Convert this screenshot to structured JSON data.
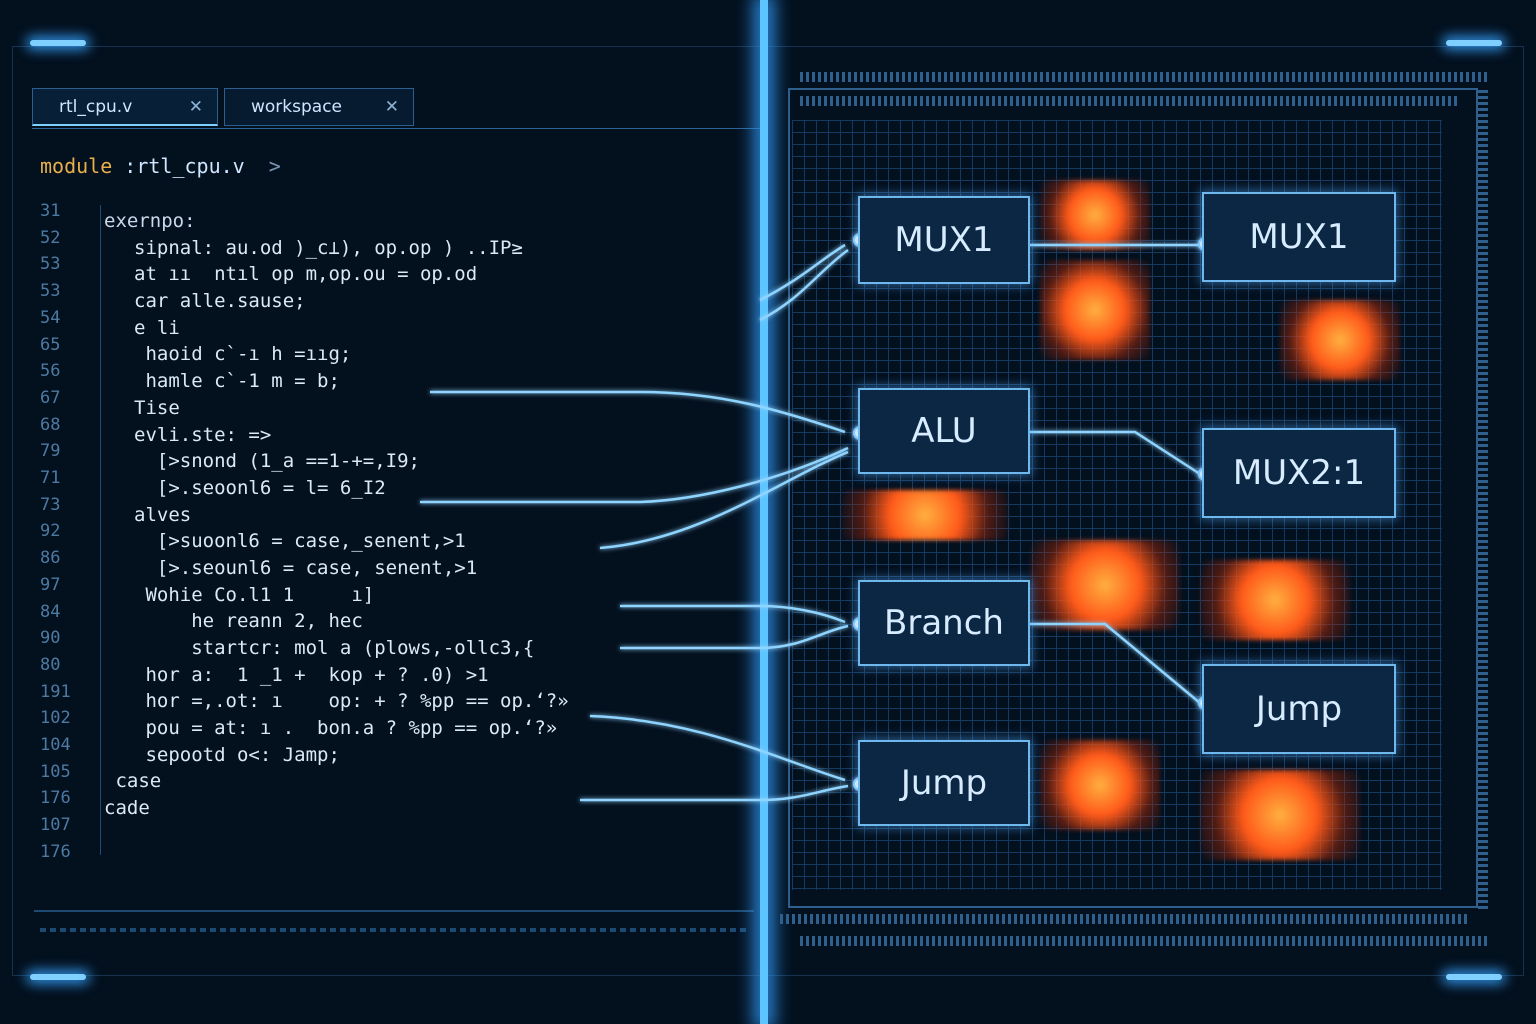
{
  "tabs": [
    {
      "label": "rtl_cpu.v",
      "active": true
    },
    {
      "label": "workspace",
      "active": false
    }
  ],
  "breadcrumb": {
    "keyword": "module",
    "file": ":rtl_cpu.v",
    "chevron": ">"
  },
  "line_numbers": [
    "31",
    "52",
    "53",
    "53",
    "54",
    "65",
    "56",
    "67",
    "68",
    "79",
    "71",
    "73",
    "92",
    "86",
    "97",
    "84",
    "90",
    "80",
    "191",
    "102",
    "104",
    "105",
    "176",
    "107",
    "176"
  ],
  "code_lines": [
    {
      "indent": 0,
      "text": "exernpo:",
      "cls": "cm"
    },
    {
      "indent": 1,
      "text": "sipnal: au.od )_c⊥), op.op ) ..IP≥",
      "cls": "tx"
    },
    {
      "indent": 1,
      "text": "at ıı  ntıl op m,op.ou = op.od",
      "cls": "tx"
    },
    {
      "indent": 1,
      "text": "car alle.sause;",
      "cls": "tx"
    },
    {
      "indent": 1,
      "text": "e li",
      "cls": "tx"
    },
    {
      "indent": 1,
      "text": " haoid c`-ı h =ııg;",
      "cls": "tx"
    },
    {
      "indent": 1,
      "text": " hamle c`-1 m = b;",
      "cls": "tx"
    },
    {
      "indent": 1,
      "text": "Tise",
      "cls": "tx"
    },
    {
      "indent": 1,
      "text": "evli.ste: =>",
      "cls": "tx"
    },
    {
      "indent": 1,
      "text": "  [>snond (1_a ==1-+=,I9;",
      "cls": "tx"
    },
    {
      "indent": 1,
      "text": "  [>.seoonl6 = l= 6_I2",
      "cls": "tx"
    },
    {
      "indent": 1,
      "text": "alves",
      "cls": "tx"
    },
    {
      "indent": 1,
      "text": "  [>suoonl6 = case,_senent,>1",
      "cls": "tx"
    },
    {
      "indent": 1,
      "text": "  [>.seounl6 = case, senent,>1",
      "cls": "tx"
    },
    {
      "indent": 1,
      "text": " Wohie Co.l1 1     ı]",
      "cls": "tx"
    },
    {
      "indent": 1,
      "text": "     he reann 2, hec",
      "cls": "tx"
    },
    {
      "indent": 1,
      "text": "     startcr: mol a (plows,-ollc3,{",
      "cls": "tx"
    },
    {
      "indent": 1,
      "text": " hor a:  1 _1 +  kop + ? .0) >1",
      "cls": "tx"
    },
    {
      "indent": 1,
      "text": " hor =,.ot: ı    op: + ? %pp == op.ʻ?»",
      "cls": "tx"
    },
    {
      "indent": 1,
      "text": " pou = at: ı .  bon.a ? %pp == op.ʻ?»",
      "cls": "tx"
    },
    {
      "indent": 1,
      "text": " sepootd o<: Jamp;",
      "cls": "tx"
    },
    {
      "indent": 0,
      "text": " case",
      "cls": "tx"
    },
    {
      "indent": 0,
      "text": "cade",
      "cls": "tx"
    }
  ],
  "blocks": {
    "mux1_left": "MUX1",
    "mux1_right": "MUX1",
    "alu": "ALU",
    "mux21": "MUX2:1",
    "branch": "Branch",
    "jump_right": "Jump",
    "jump_left": "Jump"
  },
  "colors": {
    "accent": "#5cc4ff",
    "keyword": "#f0b24a",
    "background": "#03101e",
    "hot": "#ff5a1a"
  }
}
